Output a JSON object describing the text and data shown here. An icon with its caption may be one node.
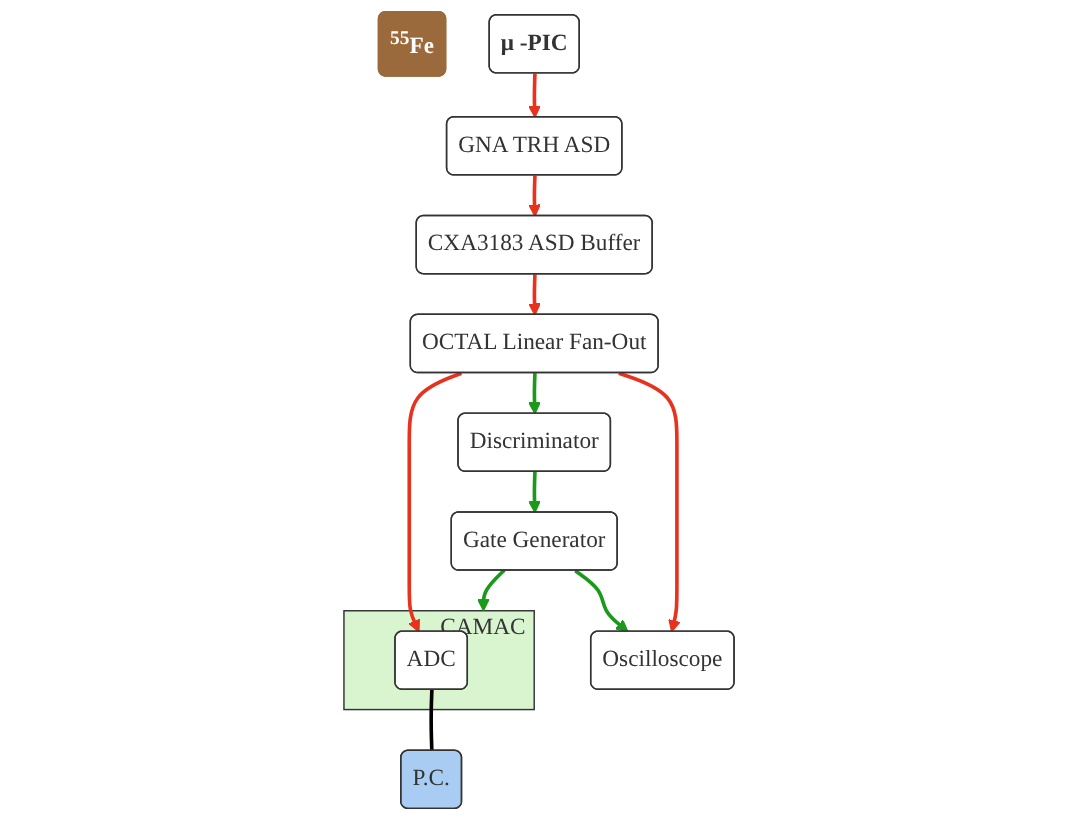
{
  "diagram": {
    "nodes": [
      {
        "text": [
          "$^{55}$Fe"
        ]
      },
      {
        "text": [
          "μ -PIC"
        ]
      },
      {
        "text": [
          "GNA TRH ASD"
        ]
      },
      {
        "text": [
          "CXA3183 ASD Buffer"
        ]
      },
      {
        "text": [
          "OCTAL Linear Fan-Out"
        ]
      },
      {
        "text": [
          "Discriminator"
        ]
      },
      {
        "text": [
          "Gate Generator"
        ]
      },
      {
        "text": [
          "Oscilloscope"
        ]
      },
      {
        "text": [
          "CAMAC"
        ]
      },
      {
        "text": [
          "ADC"
        ],
        "in": 8
      },
      {
        "text": [
          "P.C."
        ]
      }
    ],
    "edges": [
      {
        "from": 1,
        "to": 2,
        "arrow": "to"
      },
      {
        "from": 2,
        "to": 3,
        "arrow": "to"
      },
      {
        "from": 3,
        "to": 4,
        "arrow": "to"
      },
      {
        "from": 4,
        "to": 5,
        "arrow": "to",
        "color": "#1a9a1a"
      },
      {
        "from": 5,
        "to": 6,
        "arrow": "to",
        "color": "#1a9a1a"
      },
      {
        "from": 6,
        "to": 7,
        "arrow": "to",
        "color": "#1a9a1a"
      },
      {
        "from": 6,
        "to": 8,
        "arrow": "to",
        "color": "#1a9a1a"
      },
      {
        "from": 4,
        "to": 7,
        "arrow": "to"
      },
      {
        "from": 4,
        "to": 9,
        "arrow": "to"
      },
      {
        "from": 9,
        "to": 10,
        "arrow": "none",
        "color": "#000000"
      }
    ]
  }
}
